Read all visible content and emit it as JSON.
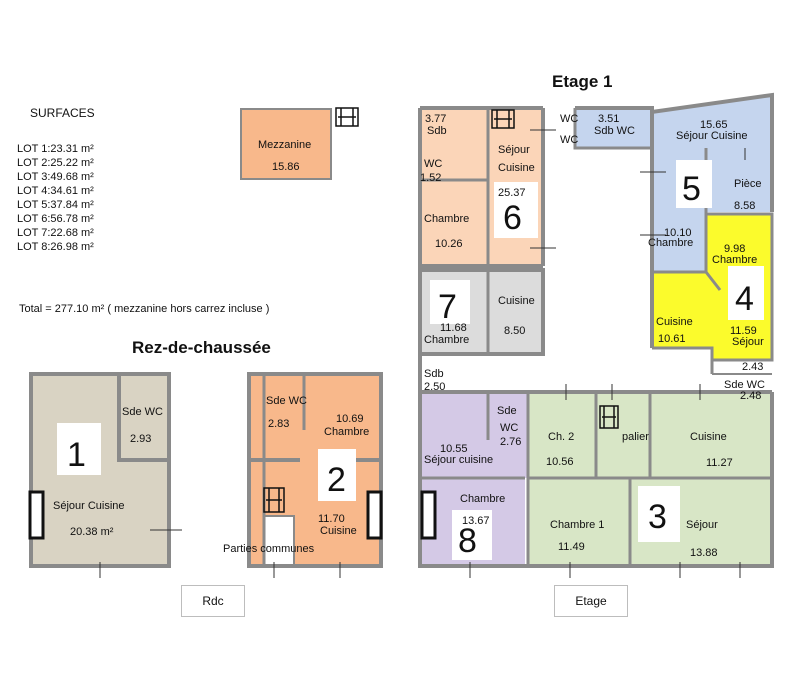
{
  "surfaces": {
    "title": "SURFACES",
    "lots": [
      "LOT 1:23.31 m²",
      "LOT 2:25.22 m²",
      "LOT 3:49.68 m²",
      "LOT 4:34.61 m²",
      "LOT 5:37.84 m²",
      "LOT 6:56.78 m²",
      "LOT 7:22.68 m²",
      "LOT 8:26.98 m²"
    ],
    "total": "Total = 277.10 m² ( mezzanine hors carrez incluse )"
  },
  "headings": {
    "etage": "Etage 1",
    "rdc": "Rez-de-chaussée"
  },
  "tags": {
    "rdc": "Rdc",
    "etage": "Etage"
  },
  "mezzanine": {
    "name": "Mezzanine",
    "area": "15.86"
  },
  "rdc": {
    "lot1": {
      "num": "1",
      "sde": "Sde WC",
      "sde_area": "2.93",
      "sejour": "Séjour Cuisine",
      "sejour_area": "20.38 m²"
    },
    "lot2": {
      "num": "2",
      "sde": "Sde WC",
      "sde_area": "2.83",
      "chambre_area": "10.69",
      "chambre": "Chambre",
      "cuisine_area": "11.70",
      "cuisine": "Cuisine"
    },
    "parties": "Parties communes"
  },
  "etage": {
    "lot6": {
      "num": "6",
      "sdb_area": "3.77",
      "sdb": "Sdb",
      "wc": "WC",
      "wc_area": "1.52",
      "sejour1": "Séjour",
      "sejour2": "Cuisine",
      "sejour_area": "25.37",
      "chambre": "Chambre",
      "chambre_area": "10.26"
    },
    "lot7": {
      "num": "7",
      "chambre_area": "11.68",
      "chambre": "Chambre",
      "cuisine": "Cuisine",
      "cuisine_area": "8.50"
    },
    "lot5": {
      "num": "5",
      "wc1": "WC",
      "wc2": "WC",
      "sdb_area": "3.51",
      "sdb": "Sdb WC",
      "sejour_area": "15.65",
      "sejour": "Séjour Cuisine",
      "piece": "Pièce",
      "piece_area": "8.58",
      "chambre_area": "10.10",
      "chambre": "Chambre"
    },
    "lot4": {
      "num": "4",
      "chambre_area": "9.98",
      "chambre": "Chambre",
      "cuisine": "Cuisine",
      "cuisine_area": "10.61",
      "sejour_area": "11.59",
      "sejour": "Séjour",
      "a1": "2.43",
      "sde": "Sde WC",
      "a2": "2.48"
    },
    "lot8": {
      "num": "8",
      "sdb": "Sdb",
      "sdb_area": "2.50",
      "sde": "Sde",
      "wc": "WC",
      "wc_area": "2.76",
      "sejour_area": "10.55",
      "sejour": "Séjour cuisine",
      "chambre": "Chambre",
      "chambre_area": "13.67"
    },
    "lot3": {
      "num": "3",
      "ch2": "Ch. 2",
      "ch2_area": "10.56",
      "palier": "palier",
      "cuisine": "Cuisine",
      "cuisine_area": "11.27",
      "chambre1": "Chambre 1",
      "chambre1_area": "11.49",
      "sejour": "Séjour",
      "sejour_area": "13.88"
    }
  },
  "colors": {
    "wall": "#8a8a8a",
    "lot1": "#d9d3c3",
    "lot2": "#f8b88b",
    "lot6": "#fbd5b8",
    "lot7": "#dcdcdc",
    "lot5": "#c5d5ee",
    "lot4": "#fbfb2c",
    "lot8": "#d4c9e6",
    "lot3": "#d8e6c6"
  }
}
